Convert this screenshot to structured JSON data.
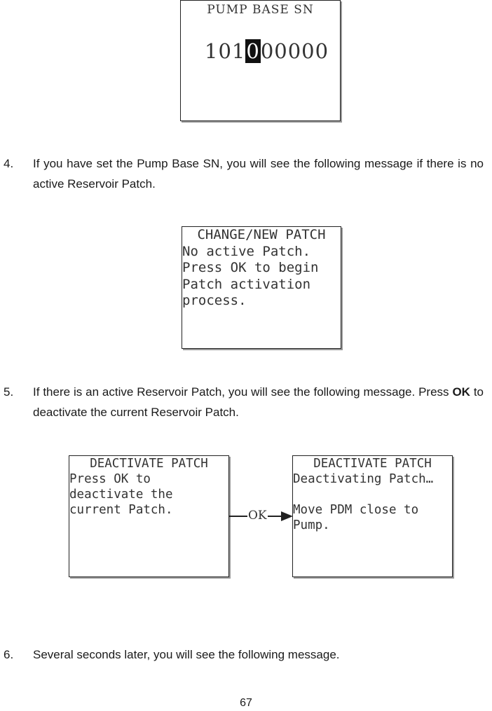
{
  "pump_base_screen": {
    "title": "PUMP BASE SN",
    "serial_prefix": "101",
    "serial_cursor_digit": "0",
    "serial_suffix": "00000"
  },
  "step4": {
    "number": "4.",
    "text": "If you have set the Pump Base SN, you will see the following message if there is no active Reservoir Patch."
  },
  "change_patch_screen": {
    "title": "CHANGE/NEW PATCH",
    "lines": [
      "No active Patch.",
      "Press OK to begin",
      "Patch activation",
      "process."
    ]
  },
  "step5": {
    "number": "5.",
    "text_before": "If there is an active Reservoir Patch, you will see the following message. Press ",
    "bold": "OK",
    "text_after": " to deactivate the current Reservoir Patch."
  },
  "deactivate_screen_1": {
    "title": "DEACTIVATE PATCH",
    "lines": [
      "Press OK to",
      "deactivate the",
      "current Patch."
    ]
  },
  "ok_transition": {
    "label": "OK"
  },
  "deactivate_screen_2": {
    "title": "DEACTIVATE PATCH",
    "lines": [
      "Deactivating Patch…",
      "",
      "Move PDM close to",
      "Pump."
    ]
  },
  "step6": {
    "number": "6.",
    "text": "Several seconds later, you will see the following message."
  },
  "page_number": "67"
}
